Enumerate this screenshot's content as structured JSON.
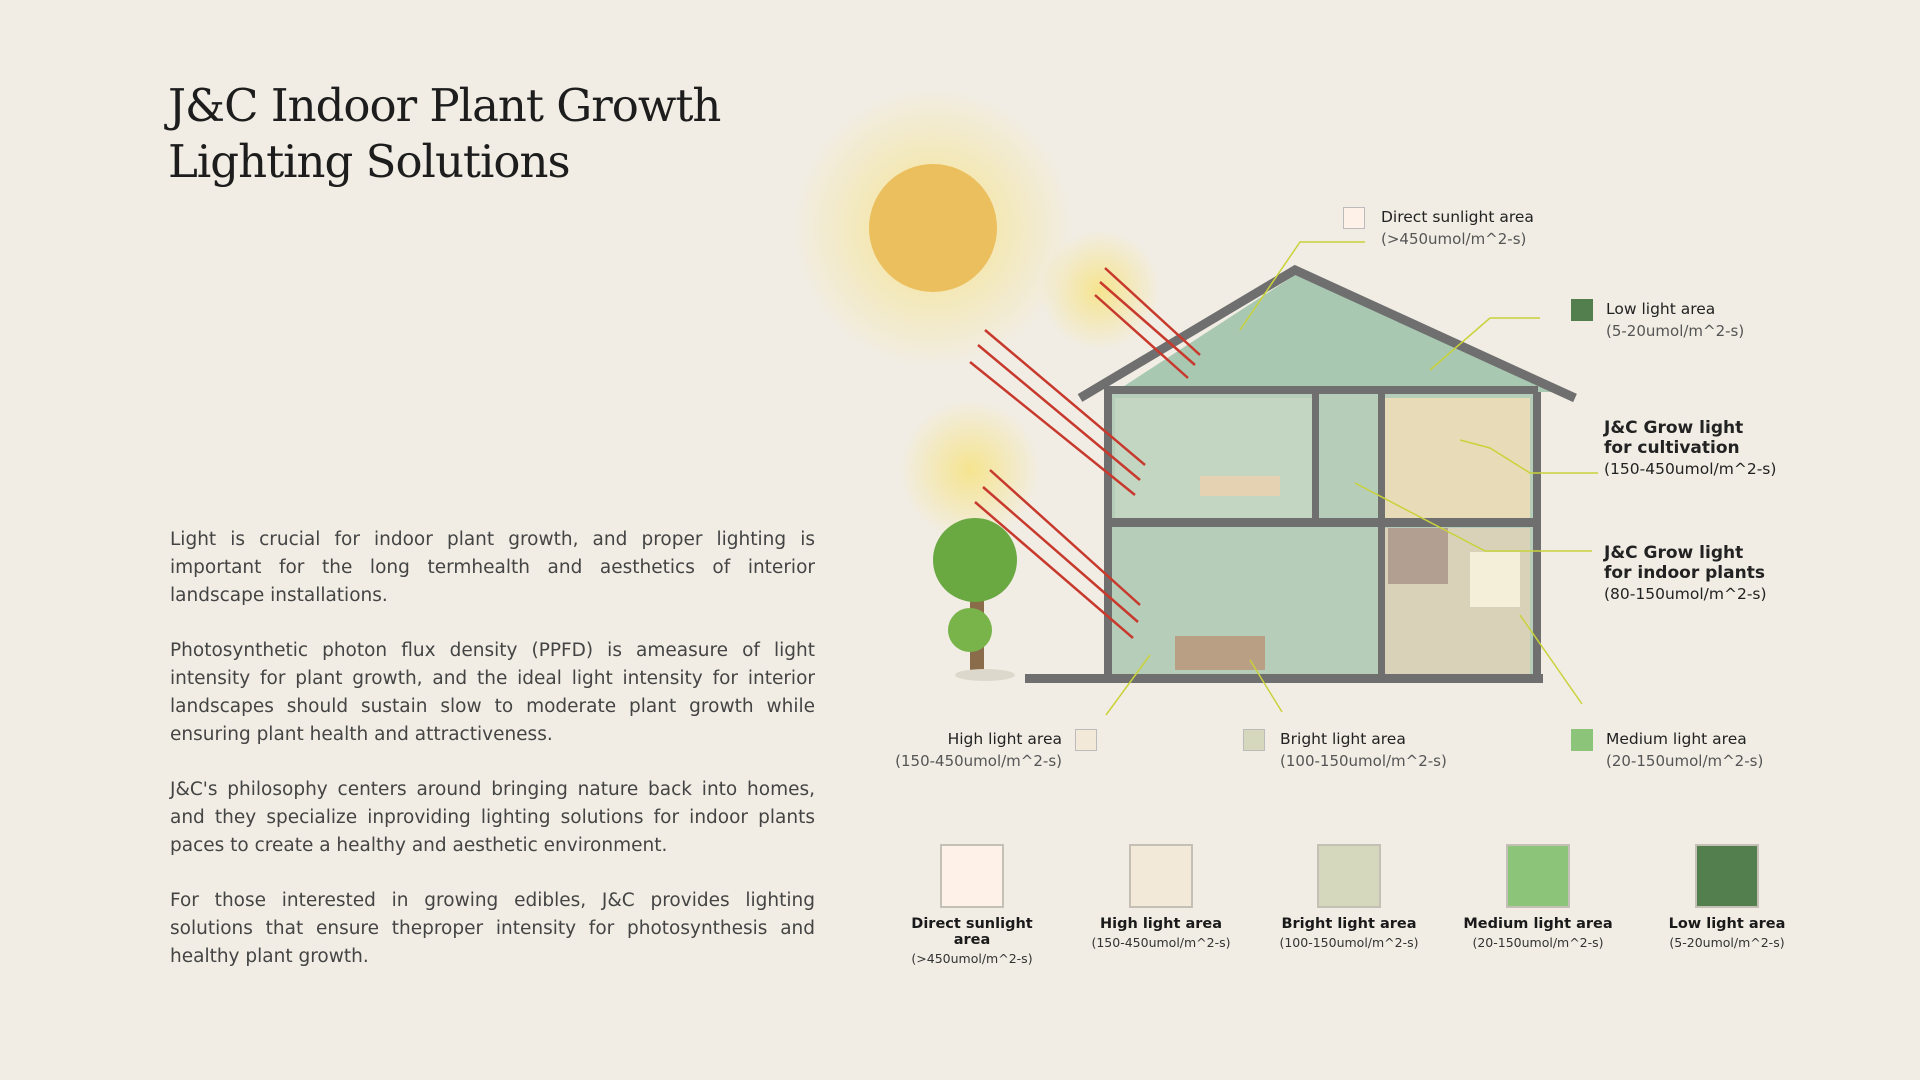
{
  "title": {
    "line1": "J&C Indoor Plant Growth",
    "line2": "Lighting Solutions"
  },
  "paragraphs": [
    "Light is crucial for indoor plant growth, and proper lighting is important for the long termhealth and aesthetics of interior landscape installations.",
    "Photosynthetic photon flux density (PPFD) is ameasure of light intensity for plant growth, and the ideal light intensity for interior landscapes should sustain slow to moderate plant growth while ensuring plant health and attractiveness.",
    "J&C's philosophy centers around bringing nature back into homes, and they specialize inproviding lighting solutions for indoor plants paces to create a healthy and aesthetic environment.",
    "For those interested in growing edibles, J&C provides lighting solutions that ensure theproper intensity for photosynthesis and healthy plant growth."
  ],
  "callouts": {
    "direct": {
      "name": "Direct sunlight area",
      "range": "(>450umol/m^2-s)",
      "color": "#fdf1e8"
    },
    "low": {
      "name": "Low light area",
      "range": "(5-20umol/m^2-s)",
      "color": "#537f4f"
    },
    "cultivation": {
      "line1": "J&C Grow light",
      "line2": "for cultivation",
      "range": "(150-450umol/m^2-s)"
    },
    "indoor": {
      "line1": "J&C Grow light",
      "line2": "for indoor plants",
      "range": "(80-150umol/m^2-s)"
    },
    "high": {
      "name": "High light area",
      "range": "(150-450umol/m^2-s)",
      "color": "#f3e9d8"
    },
    "bright": {
      "name": "Bright light area",
      "range": "(100-150umol/m^2-s)",
      "color": "#d5d8bd"
    },
    "medium": {
      "name": "Medium light area",
      "range": "(20-150umol/m^2-s)",
      "color": "#8cc47a"
    }
  },
  "key": [
    {
      "name": "Direct sunlight area",
      "range": "(>450umol/m^2-s)",
      "color": "#fdf1e8"
    },
    {
      "name": "High light area",
      "range": "(150-450umol/m^2-s)",
      "color": "#f3e9d8"
    },
    {
      "name": "Bright light area",
      "range": "(100-150umol/m^2-s)",
      "color": "#d5d8bd"
    },
    {
      "name": "Medium light area",
      "range": "(20-150umol/m^2-s)",
      "color": "#8cc47a"
    },
    {
      "name": "Low light area",
      "range": "(5-20umol/m^2-s)",
      "color": "#537f4f"
    }
  ]
}
